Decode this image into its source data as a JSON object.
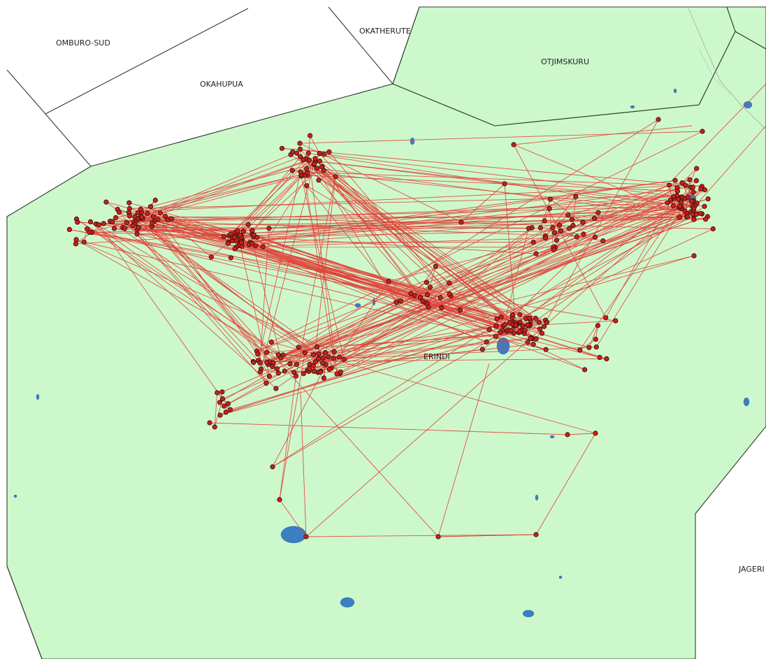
{
  "map": {
    "colors": {
      "background": "#ffffff",
      "conservancy_fill": "#cdf8cb",
      "border": "#2f3a2f",
      "water": "#3b7ec2",
      "track_line": "#e0413a",
      "fix_point": "#c8201c"
    },
    "region_labels": {
      "omburo_sud": "OMBURO-SUD",
      "okahupua": "OKAHUPUA",
      "okatherute": "OKATHERUTE",
      "otjimskuru": "OTJIMSKURU",
      "erindi": "ERINDI",
      "jageri": "JAGERI"
    }
  }
}
